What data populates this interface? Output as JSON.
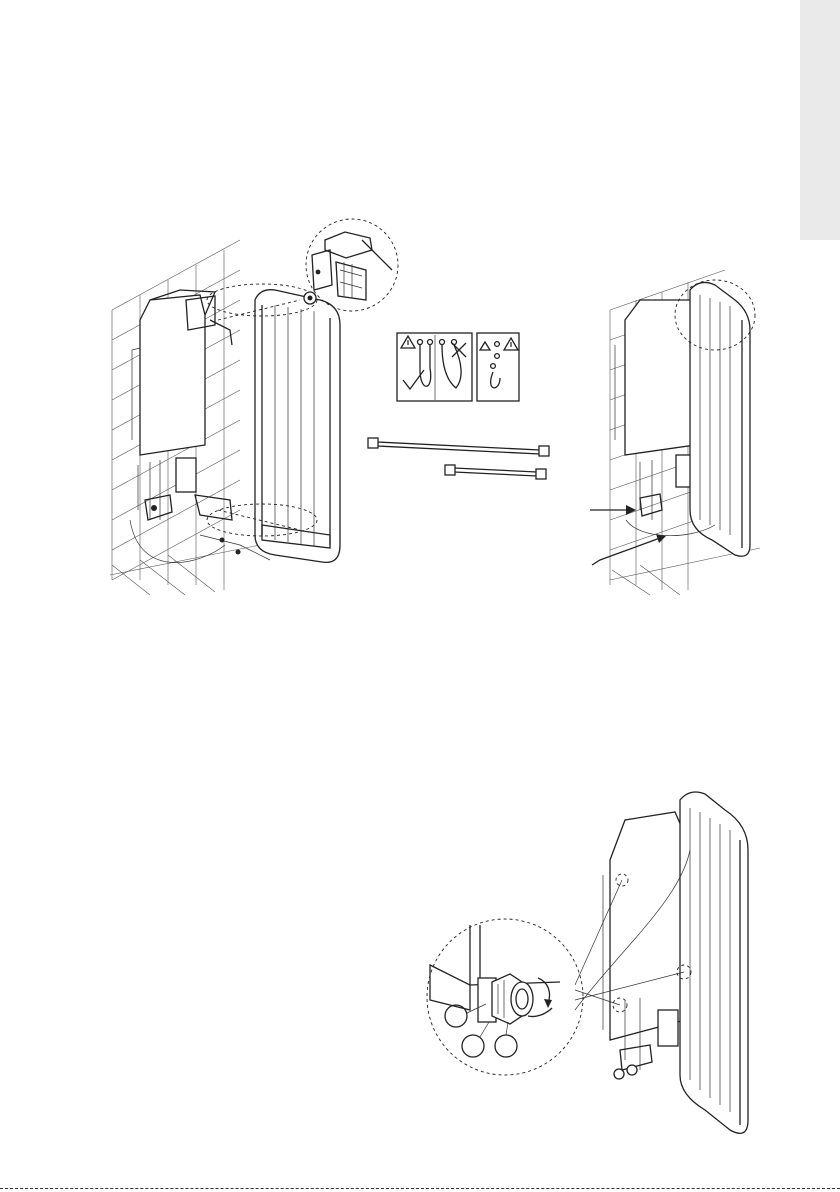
{
  "page": {
    "background": "#ffffff",
    "line_color": "#222222",
    "side_tab_color": "#eaeaea"
  },
  "figures": [
    {
      "id": "step-1",
      "description_icon": "wall-mounted-heater-with-radiator-panel"
    },
    {
      "id": "hose-guide",
      "description_icon": "flexible-hose-bend-guidance"
    },
    {
      "id": "step-2",
      "description_icon": "radiator-panel-closed-onto-unit"
    },
    {
      "id": "step-3",
      "description_icon": "gland-nut-detail-callout"
    }
  ]
}
